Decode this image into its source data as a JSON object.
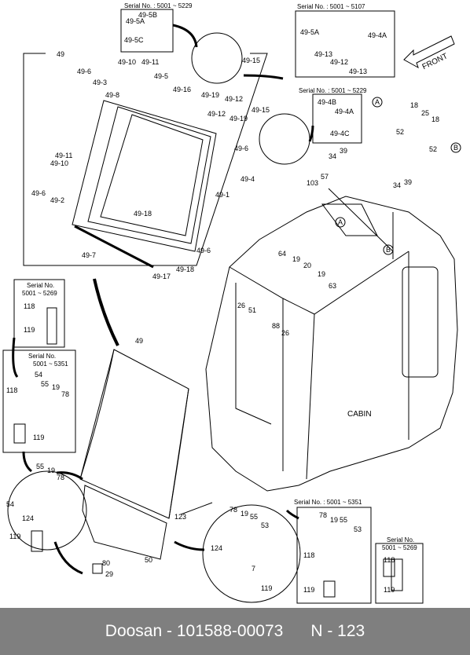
{
  "footer": {
    "brand": "Doosan",
    "sep": " - ",
    "part_number": "101588-00073",
    "page": "N - 123"
  },
  "serials": {
    "s5229": "Serial No. : 5001 ~ 5229",
    "s5107": "Serial No. : 5001 ~ 5107",
    "s5351": "Serial No. : 5001 ~ 5351",
    "serial_no": "Serial No.",
    "r5269": "5001 ~ 5269",
    "r5351": "5001 ~ 5351"
  },
  "labels": {
    "front": "FRONT",
    "cabin": "CABIN",
    "p49": "49",
    "p49_1": "49-1",
    "p49_2": "49-2",
    "p49_3": "49-3",
    "p49_4": "49-4",
    "p49_4A": "49-4A",
    "p49_4B": "49-4B",
    "p49_4C": "49-4C",
    "p49_5": "49-5",
    "p49_5A": "49-5A",
    "p49_5B": "49-5B",
    "p49_5C": "49-5C",
    "p49_6": "49-6",
    "p49_7": "49-7",
    "p49_8": "49-8",
    "p49_10": "49-10",
    "p49_11": "49-11",
    "p49_12": "49-12",
    "p49_13": "49-13",
    "p49_15": "49-15",
    "p49_16": "49-16",
    "p49_17": "49-17",
    "p49_18": "49-18",
    "p49_19": "49-19",
    "A": "A",
    "B": "B",
    "p7": "7",
    "p18": "18",
    "p19": "19",
    "p20": "20",
    "p25": "25",
    "p26": "26",
    "p29": "29",
    "p34": "34",
    "p39": "39",
    "p50": "50",
    "p51": "51",
    "p52": "52",
    "p53": "53",
    "p54": "54",
    "p55": "55",
    "p57": "57",
    "p63": "63",
    "p64": "64",
    "p78": "78",
    "p80": "80",
    "p88": "88",
    "p103": "103",
    "p118": "118",
    "p119": "119",
    "p123": "123",
    "p124": "124"
  }
}
